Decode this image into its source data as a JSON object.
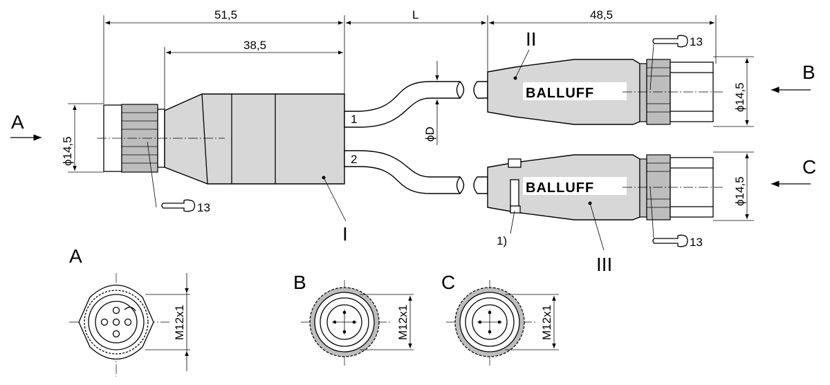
{
  "dimensions": {
    "overall_left": "51,5",
    "body_left": "38,5",
    "cable_length": "L",
    "overall_right": "48,5",
    "diameter_left": "ϕ14,5",
    "diameter_right_top": "ϕ14,5",
    "diameter_right_bottom": "ϕ14,5",
    "cable_diameter": "ϕD",
    "thread_a": "M12x1",
    "thread_b": "M12x1",
    "thread_c": "M12x1"
  },
  "labels": {
    "view_a_arrow": "A",
    "view_b_arrow": "B",
    "view_c_arrow": "C",
    "part_i": "I",
    "part_ii": "II",
    "part_iii": "III",
    "cable_1": "1",
    "cable_2": "2",
    "note_1": "1)",
    "view_a_title": "A",
    "view_b_title": "B",
    "view_c_title": "C"
  },
  "wrench": {
    "size_left": "13",
    "size_right_top": "13",
    "size_right_bottom": "13"
  },
  "brand": {
    "top": "BALLUFF",
    "bottom": "BALLUFF"
  }
}
